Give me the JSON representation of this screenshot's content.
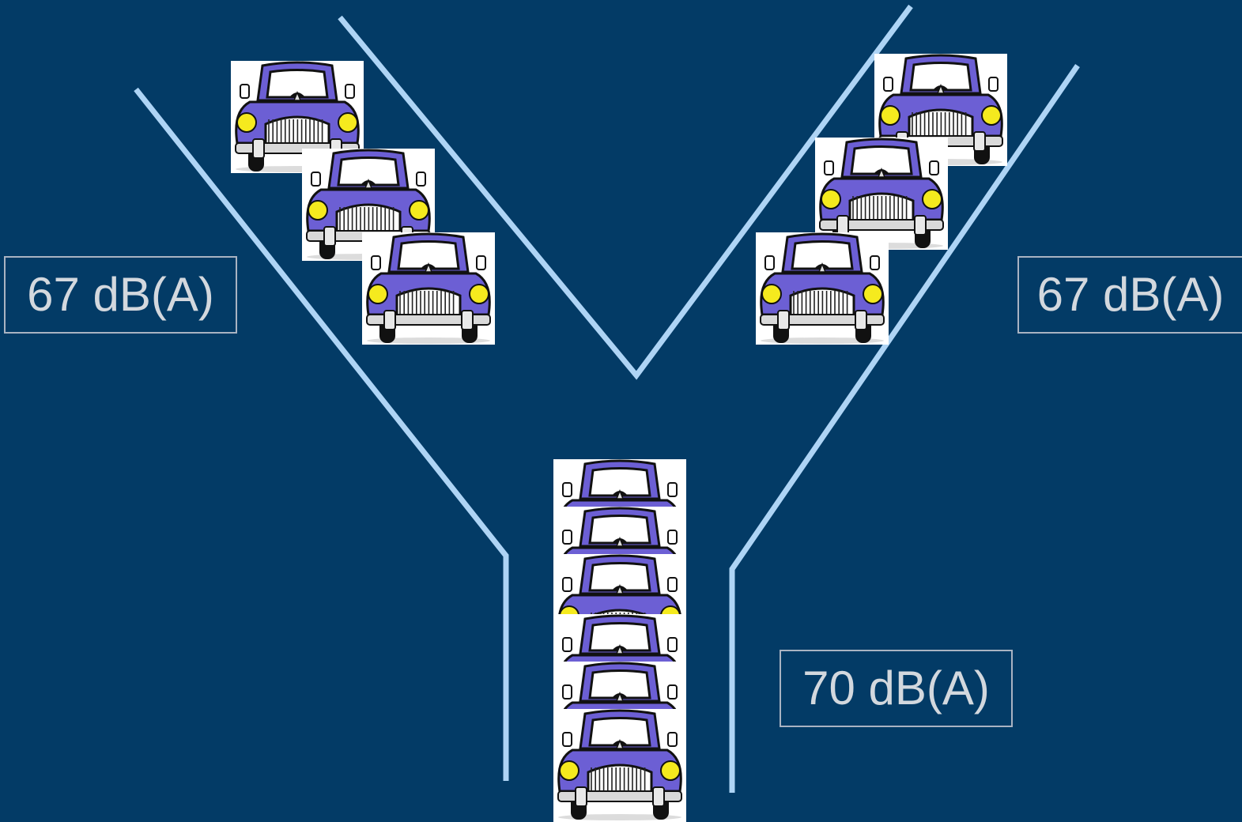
{
  "labels": {
    "left_branch": "67 dB(A)",
    "right_branch": "67 dB(A)",
    "merged_road": "70 dB(A)"
  },
  "colors": {
    "background": "#033b66",
    "road_line": "#aed4f5",
    "car_body": "#6c5fd4",
    "headlight": "#f5ea1e",
    "label_text": "#d3d8de",
    "label_border": "#a9b3c2"
  },
  "car_counts": {
    "left_branch": 3,
    "right_branch": 3,
    "merged_road": 6
  }
}
